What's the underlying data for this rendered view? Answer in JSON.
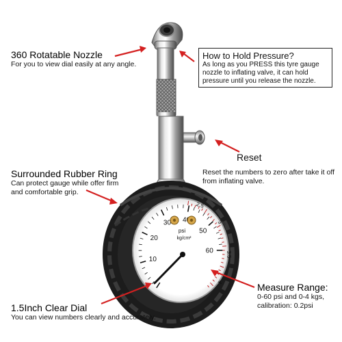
{
  "callouts": {
    "nozzle": {
      "title": "360 Rotatable Nozzle",
      "body": "For you to view dial easily at any angle."
    },
    "hold_pressure": {
      "title": "How to Hold Pressure?",
      "body": "As long as you PRESS this tyre gauge nozzle to inflating valve, it can hold pressure until you release the nozzle."
    },
    "reset": {
      "title": "Reset",
      "body": "Reset the numbers to zero after take it off from inflating valve."
    },
    "rubber_ring": {
      "title": "Surrounded Rubber Ring",
      "body": "Can protect gauge while offer firm and comfortable grip."
    },
    "clear_dial": {
      "title": "1.5Inch Clear Dial",
      "body": "You can view numbers clearly and accurately."
    },
    "measure_range": {
      "title": "Measure Range:",
      "line1": "0-60 psi and 0-4 kgs,",
      "line2": "calibration: 0.2psi"
    }
  },
  "gauge": {
    "psi_unit": "psi",
    "kg_unit": "kg/cm²",
    "psi_labels": [
      "10",
      "20",
      "30",
      "40",
      "50",
      "60"
    ],
    "kg_labels": [
      "2.5",
      "3",
      "3.5",
      "4"
    ]
  },
  "colors": {
    "arrow": "#d42020",
    "rubber": "#1c1c1c",
    "chrome": "#b8b8b8",
    "kg_ticks": "#c0282a"
  }
}
